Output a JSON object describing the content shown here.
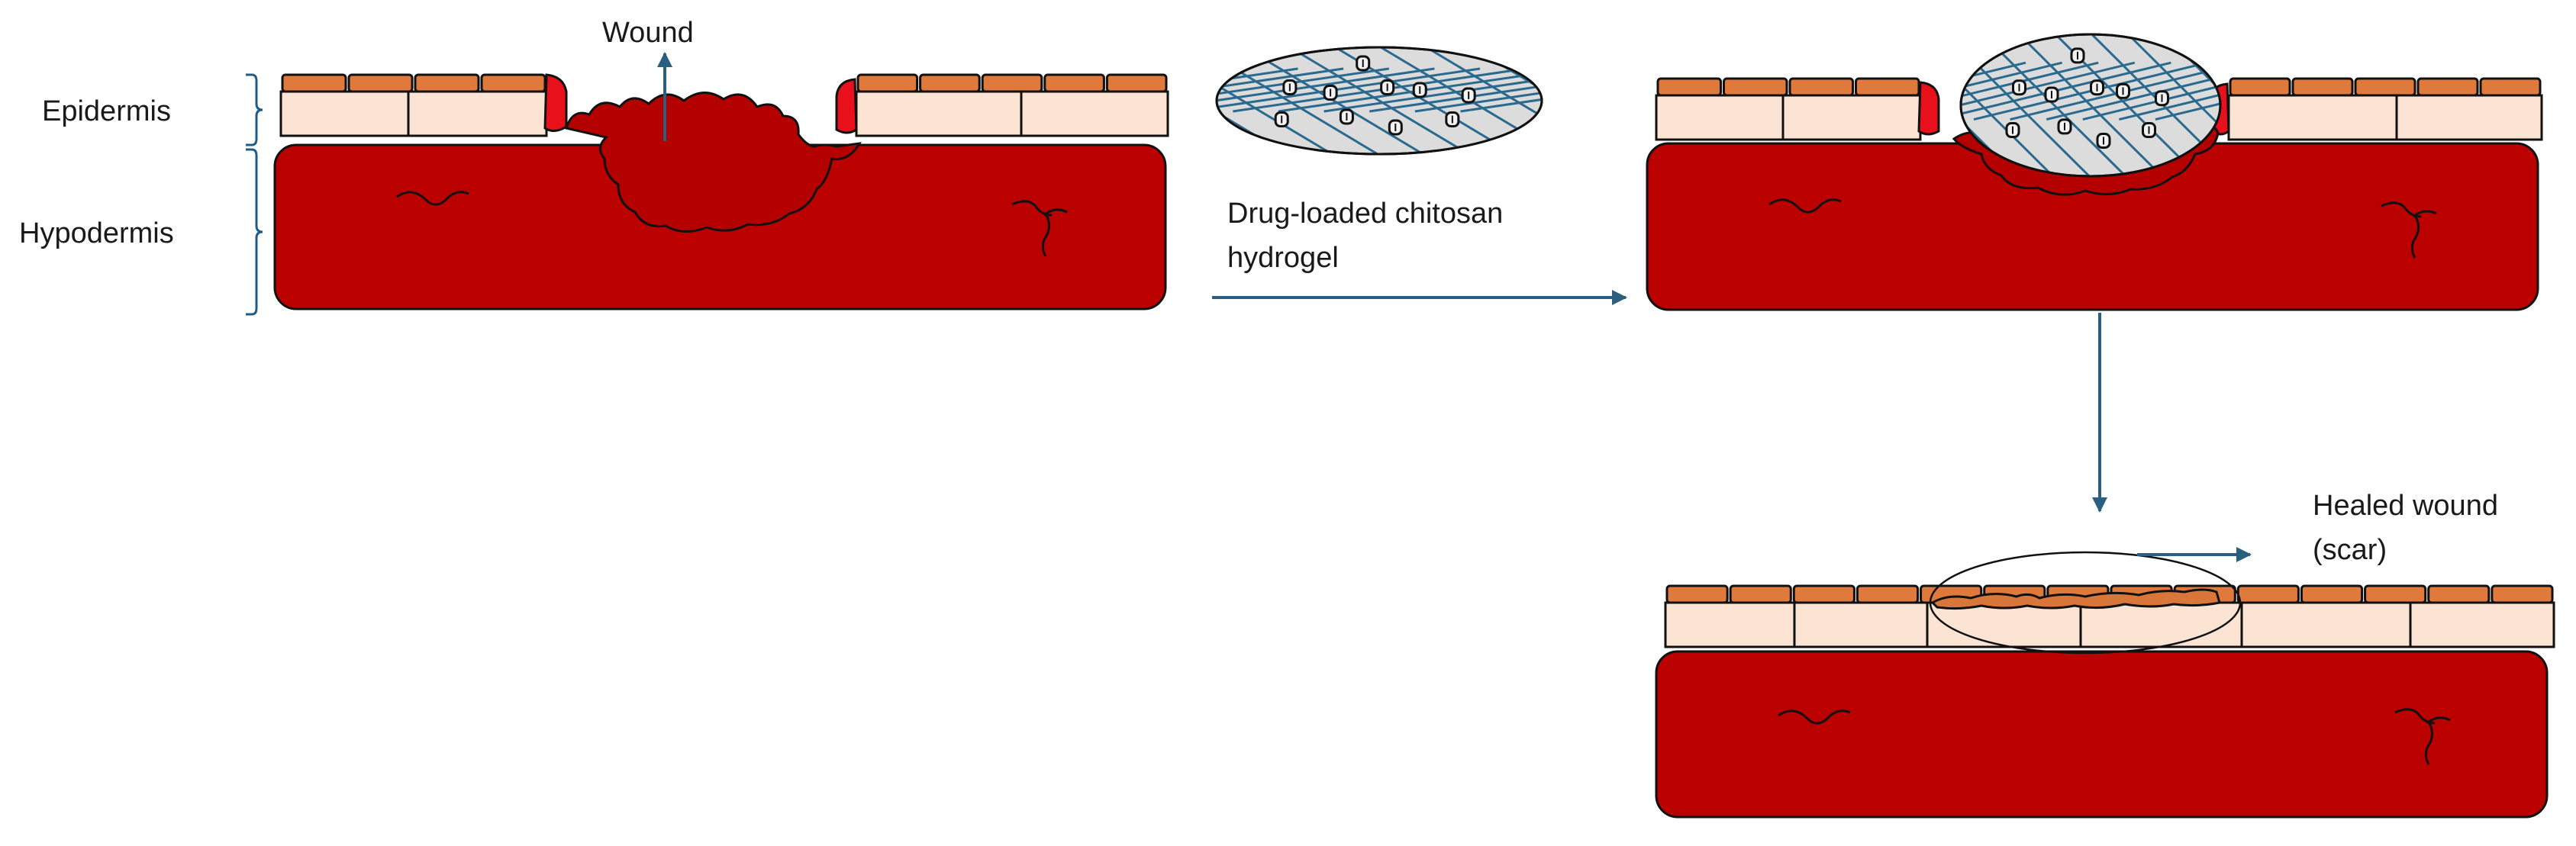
{
  "labels": {
    "epidermis": "Epidermis",
    "hypodermis": "Hypodermis",
    "wound": "Wound",
    "hydrogel_line1": "Drug-loaded chitosan",
    "hydrogel_line2": "hydrogel",
    "healed_line1": "Healed wound",
    "healed_line2": "(scar)"
  },
  "colors": {
    "hypodermis": "#bb0000",
    "wound_tissue": "#b50000",
    "wound_edge": "#e8101a",
    "epidermis_top": "#e07a3c",
    "epidermis_base": "#fbe4d3",
    "hydrogel_fill": "#dcdcdc",
    "hydrogel_fiber": "#2b6a8f",
    "arrow": "#2b5f7f",
    "scar": "#d9763a",
    "outline": "#111111"
  }
}
